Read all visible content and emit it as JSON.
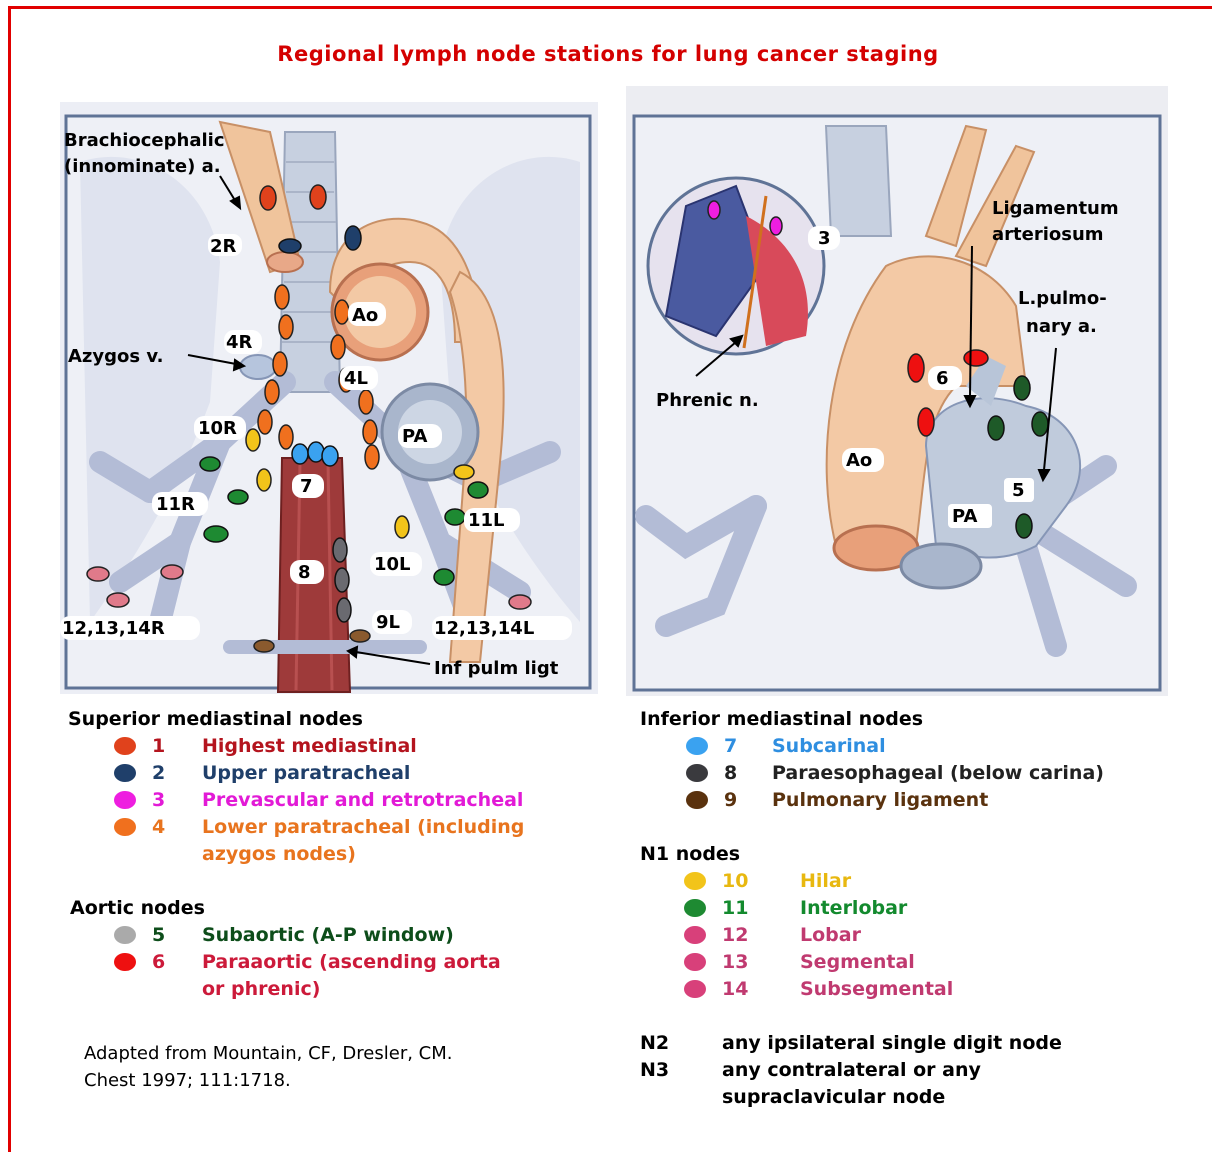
{
  "title": "Regional lymph node stations for lung cancer staging",
  "left_diagram": {
    "labels": {
      "brachio": "Brachiocephalic",
      "innominate": "(innominate) a.",
      "n2r": "2R",
      "ao": "Ao",
      "n4r": "4R",
      "azygos": "Azygos v.",
      "n4l": "4L",
      "pa": "PA",
      "n10r": "10R",
      "n7": "7",
      "n11r": "11R",
      "n11l": "11L",
      "n10l": "10L",
      "n8": "8",
      "n12r": "12,13,14R",
      "n9l": "9L",
      "n12l": "12,13,14L",
      "inf": "Inf pulm ligt"
    }
  },
  "right_diagram": {
    "labels": {
      "n3": "3",
      "lig1": "Ligamentum",
      "lig2": "arteriosum",
      "lpa1": "L.pulmo-",
      "lpa2": "nary a.",
      "phrenic": "Phrenic n.",
      "n6": "6",
      "ao": "Ao",
      "n5": "5",
      "pa": "PA"
    }
  },
  "legend": {
    "superior": {
      "header": "Superior mediastinal nodes",
      "items": [
        {
          "num": "1",
          "label": "Highest mediastinal",
          "color": "#e0421c",
          "text_color": "#b4141e"
        },
        {
          "num": "2",
          "label": "Upper paratracheal",
          "color": "#1f3f6a",
          "text_color": "#1f3f6a"
        },
        {
          "num": "3",
          "label": "Prevascular and retrotracheal",
          "color": "#ee1ee0",
          "text_color": "#e21ad6"
        },
        {
          "num": "4",
          "label": "Lower paratracheal (including",
          "label2": "azygos nodes)",
          "color": "#f0701e",
          "text_color": "#e8741e"
        }
      ]
    },
    "aortic": {
      "header": "Aortic nodes",
      "items": [
        {
          "num": "5",
          "label": "Subaortic (A-P window)",
          "color": "#aaaaaa",
          "text_color": "#0d4d1a"
        },
        {
          "num": "6",
          "label": "Paraaortic (ascending aorta",
          "label2": "or phrenic)",
          "color": "#ee1010",
          "text_color": "#cc1a3a"
        }
      ]
    },
    "inferior": {
      "header": "Inferior mediastinal nodes",
      "items": [
        {
          "num": "7",
          "label": "Subcarinal",
          "color": "#3aa2f0",
          "text_color": "#2e8ee0"
        },
        {
          "num": "8",
          "label": "Paraesophageal (below carina)",
          "color": "#3a3a3e",
          "text_color": "#222222"
        },
        {
          "num": "9",
          "label": "Pulmonary ligament",
          "color": "#5a320e",
          "text_color": "#5a320e"
        }
      ]
    },
    "n1": {
      "header": "N1 nodes",
      "items": [
        {
          "num": "10",
          "label": "Hilar",
          "color": "#f2c41a",
          "text_color": "#e8b810"
        },
        {
          "num": "11",
          "label": "Interlobar",
          "color": "#1e8a32",
          "text_color": "#138a2e"
        },
        {
          "num": "12",
          "label": "Lobar",
          "color": "#d8407a",
          "text_color": "#c03a70"
        },
        {
          "num": "13",
          "label": "Segmental",
          "color": "#d8407a",
          "text_color": "#c03a70"
        },
        {
          "num": "14",
          "label": "Subsegmental",
          "color": "#d8407a",
          "text_color": "#c03a70"
        }
      ]
    },
    "n_stage": [
      {
        "code": "N2",
        "text": "any ipsilateral single digit node"
      },
      {
        "code": "N3",
        "text": "any contralateral or any",
        "text2": "supraclavicular node"
      }
    ]
  },
  "citation": {
    "line1": "Adapted from Mountain, CF, Dresler, CM.",
    "line2": "Chest 1997; 111:1718."
  }
}
